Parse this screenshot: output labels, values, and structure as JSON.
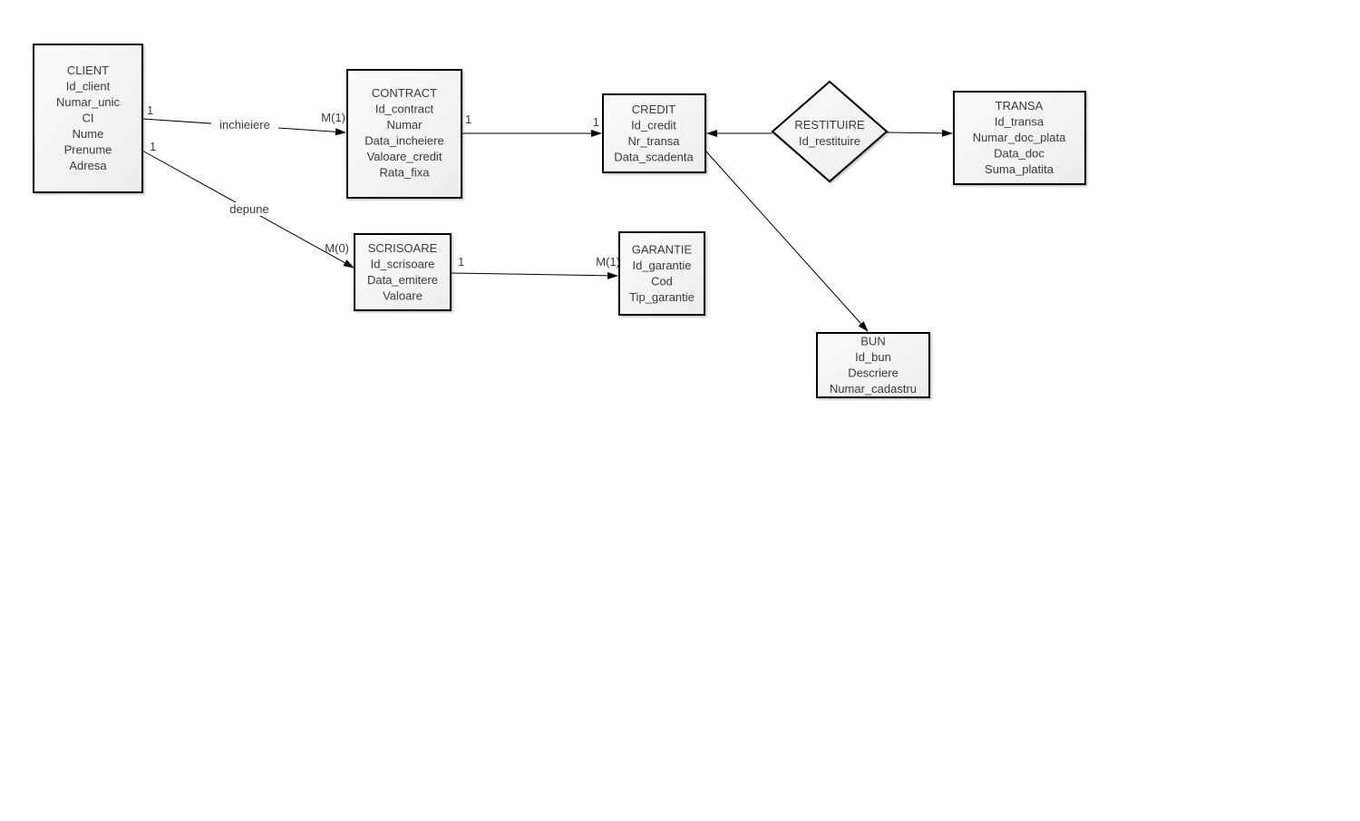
{
  "diagram": {
    "type": "entity-relationship",
    "colors": {
      "background": "#ffffff",
      "box_fill_top": "#fbfbfb",
      "box_fill_bottom": "#ededed",
      "box_border": "#000000",
      "line": "#000000",
      "text": "#3a3a3a"
    },
    "entities": [
      {
        "name": "CLIENT",
        "attributes": [
          "Id_client",
          "Numar_unic",
          "CI",
          "Nume",
          "Prenume",
          "Adresa"
        ]
      },
      {
        "name": "CONTRACT",
        "attributes": [
          "Id_contract",
          "Numar",
          "Data_incheiere",
          "Valoare_credit",
          "Rata_fixa"
        ]
      },
      {
        "name": "CREDIT",
        "attributes": [
          "Id_credit",
          "Nr_transa",
          "Data_scadenta"
        ]
      },
      {
        "name": "TRANSA",
        "attributes": [
          "Id_transa",
          "Numar_doc_plata",
          "Data_doc",
          "Suma_platita"
        ]
      },
      {
        "name": "SCRISOARE",
        "attributes": [
          "Id_scrisoare",
          "Data_emitere",
          "Valoare"
        ]
      },
      {
        "name": "GARANTIE",
        "attributes": [
          "Id_garantie",
          "Cod",
          "Tip_garantie"
        ]
      },
      {
        "name": "BUN",
        "attributes": [
          "Id_bun",
          "Descriere",
          "Numar_cadastru"
        ]
      }
    ],
    "relationships": [
      {
        "name": "RESTITUIRE",
        "attribute": "Id_restituire"
      }
    ],
    "connections": [
      {
        "from": "CLIENT",
        "to": "CONTRACT",
        "label": "inchieiere",
        "from_cardinality": "1",
        "to_cardinality": "M(1)"
      },
      {
        "from": "CLIENT",
        "to": "SCRISOARE",
        "label": "depune",
        "from_cardinality": "1",
        "to_cardinality": "M(0)"
      },
      {
        "from": "CONTRACT",
        "to": "CREDIT",
        "label": "",
        "from_cardinality": "1",
        "to_cardinality": "1"
      },
      {
        "from": "RESTITUIRE",
        "to": "CREDIT",
        "label": "",
        "from_cardinality": "",
        "to_cardinality": ""
      },
      {
        "from": "RESTITUIRE",
        "to": "TRANSA",
        "label": "",
        "from_cardinality": "",
        "to_cardinality": ""
      },
      {
        "from": "CREDIT",
        "to": "BUN",
        "label": "",
        "from_cardinality": "",
        "to_cardinality": ""
      },
      {
        "from": "SCRISOARE",
        "to": "GARANTIE",
        "label": "",
        "from_cardinality": "1",
        "to_cardinality": "M(1)"
      }
    ]
  }
}
